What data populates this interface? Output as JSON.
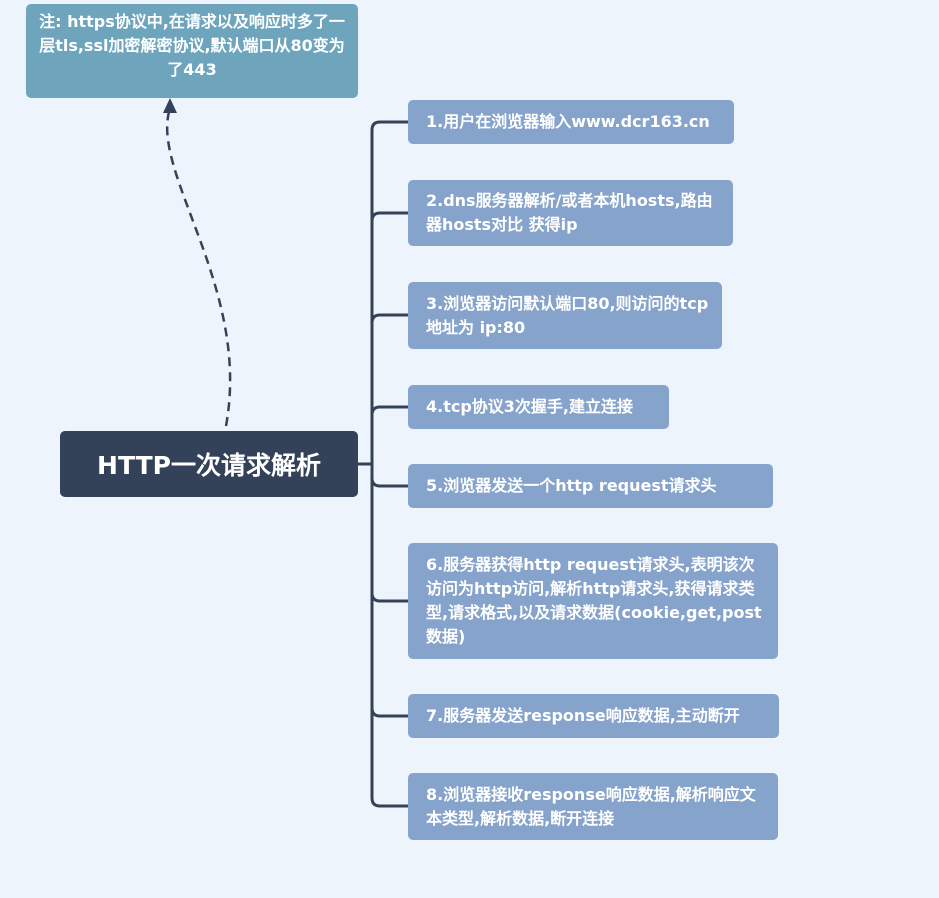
{
  "note": {
    "text": "注: https协议中,在请求以及响应时多了一层tls,ssl加密解密协议,默认端口从80变为了443"
  },
  "root": {
    "title": "HTTP一次请求解析"
  },
  "steps": [
    {
      "text": "1.用户在浏览器输入www.dcr163.cn"
    },
    {
      "text": "2.dns服务器解析/或者本机hosts,路由器hosts对比 获得ip"
    },
    {
      "text": "3.浏览器访问默认端口80,则访问的tcp地址为 ip:80"
    },
    {
      "text": "4.tcp协议3次握手,建立连接"
    },
    {
      "text": "5.浏览器发送一个http request请求头"
    },
    {
      "text": "6.服务器获得http request请求头,表明该次访问为http访问,解析http请求头,获得请求类型,请求格式,以及请求数据(cookie,get,post数据)"
    },
    {
      "text": "7.服务器发送response响应数据,主动断开"
    },
    {
      "text": "8.浏览器接收response响应数据,解析响应文本类型,解析数据,断开连接"
    }
  ],
  "colors": {
    "background": "#eef4fb",
    "root_fill": "#344259",
    "step_fill": "#86a3cb",
    "note_fill": "#6ea5bc",
    "connector": "#344259"
  }
}
